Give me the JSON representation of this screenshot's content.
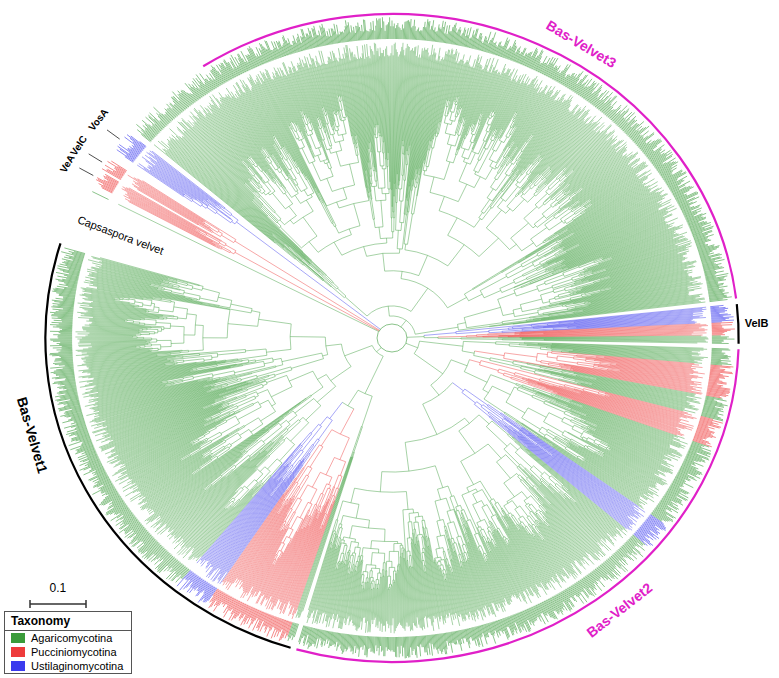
{
  "diagram": {
    "labels": [
      "Bas-Velvet3",
      "VelB",
      "Bas-Velvet2",
      "Bas-Velvet1",
      "Capsaspora velvet",
      "VeA",
      "VelC",
      "VosA",
      "0.1",
      "Taxonomy"
    ],
    "legend": [
      {
        "text": "Agaricomycotina",
        "color": "#3a9b3a"
      },
      {
        "text": "Pucciniomycotina",
        "color": "#ee3b3b"
      },
      {
        "text": "Ustilaginomycotina",
        "color": "#3b3bee"
      }
    ]
  }
}
